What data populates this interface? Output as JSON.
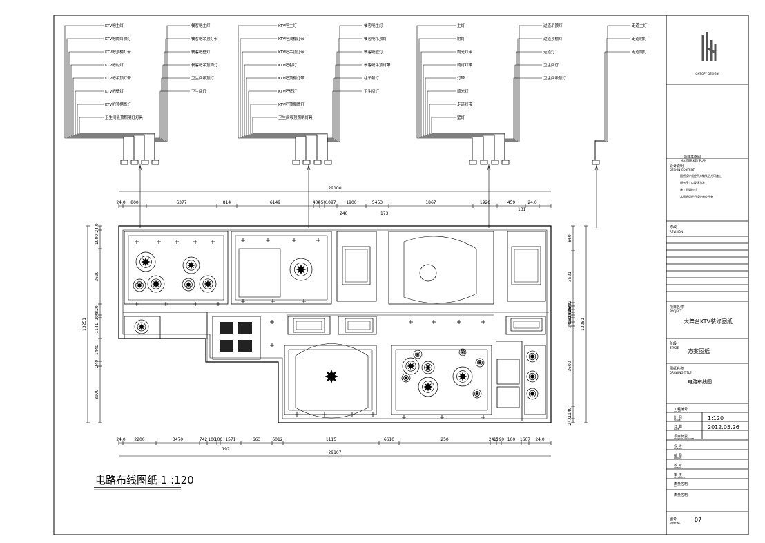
{
  "drawing": {
    "title": "电路布线图纸 1 :120",
    "overall_top": "29100",
    "overall_bottom": "29107",
    "left_total": "13251",
    "right_total": "13251"
  },
  "top_dims": [
    "24.0",
    "800",
    "6377",
    "814",
    "6149",
    "400",
    "450",
    "1097",
    "1900",
    "5453",
    "1867",
    "1920",
    "459",
    "24.0"
  ],
  "top_sub_dims": [
    "240",
    "173",
    "131"
  ],
  "bottom_dims": [
    "24.0",
    "2200",
    "3470",
    "742",
    "100",
    "100",
    "1571",
    "663",
    "6012",
    "1115",
    "6610",
    "250",
    "24.0",
    "1590",
    "100",
    "1667",
    "24.0"
  ],
  "bottom_sub_dims": [
    "197"
  ],
  "left_dims": [
    "24.0",
    "1000",
    "3690",
    "820",
    "100",
    "1141",
    "1440",
    "240",
    "3970"
  ],
  "right_dims": [
    "860",
    "3521",
    "222",
    "260",
    "305",
    "123",
    "380",
    "180",
    "241",
    "3600",
    "1140",
    "24.0"
  ],
  "legends": [
    {
      "left": [
        "KTV吧主灯",
        "KTV吧筒灯射灯",
        "KTV吧顶棚灯带",
        "KTV吧射灯",
        "KTV吧吊顶灯带",
        "KTV吧壁灯",
        "KTV吧顶棚筒灯",
        "卫生间吸顶照明灯灯具"
      ],
      "right": [
        "餐客吧主灯",
        "餐客吧吊顶灯带",
        "餐客吧壁灯",
        "餐客吧吊顶筒灯",
        "卫生间吸顶灯",
        "卫生间灯"
      ]
    },
    {
      "left": [
        "KTV吧主灯",
        "KTV吧顶棚灯带",
        "KTV吧吊顶灯带",
        "KTV吧射灯",
        "KTV吧顶棚灯带",
        "KTV吧壁灯",
        "KTV吧顶棚筒灯",
        "卫生间吸顶照明灯具"
      ],
      "right": [
        "餐客吧主灯",
        "餐客吧吊顶灯",
        "餐客吧壁灯",
        "餐客吧吊顶灯带",
        "柱子射灯",
        "卫生间灯"
      ]
    },
    {
      "left": [
        "主灯",
        "射灯",
        "筒光灯带",
        "筒灯灯带",
        "灯带",
        "筒光灯",
        "走道灯带",
        "壁灯"
      ],
      "right": [
        "过道吊顶灯",
        "过道顶棚灯",
        "走道灯",
        "卫生间灯",
        "卫生间吸顶灯"
      ]
    },
    {
      "left": [],
      "right": [
        "走道主灯",
        "走道射灯",
        "走道筒灯"
      ]
    }
  ],
  "title_block": {
    "company_en": "GHTOPY DESIGN",
    "drawing_title_label": "项目平面图",
    "drawing_title_en": "MASTER KEY PLAN",
    "design_content_label": "设计说明",
    "design_content_en": "DESIGN CONTENT",
    "notes": [
      "图纸设计须经甲方确认后方可施工",
      "所有尺寸以现场为准",
      "施工前请核对",
      "本图纸版权归设计单位所有"
    ],
    "revision_label": "修改",
    "revision_en": "REVISION",
    "project_label": "项目名称",
    "project_en": "PROJECT",
    "project_value": "大舞台KTV装修图纸",
    "stage_label": "阶段",
    "stage_en": "STAGE",
    "stage_value": "方案图纸",
    "drawing_name_label": "图纸名称",
    "drawing_name_en": "DRAWING TITLE",
    "drawing_name_value": "电路布线图",
    "job_no_label": "工程编号",
    "job_no_en": "JOB NO.",
    "scale_label": "比 例",
    "scale_en": "SCALE",
    "scale_value": "1:120",
    "date_label": "日 期",
    "date_en": "DATE",
    "date_value": "2012.05.26",
    "designer_label": "项目负责",
    "designer_en": "PROJECT DESIGNER",
    "design_label": "设 计",
    "design_en": "DESIGN",
    "drawn_label": "绘 图",
    "drawn_en": "DRAWN",
    "check_label": "校 对",
    "check_en": "CHECK",
    "approved_label": "审 核",
    "approved_en": "APPROVED",
    "qc_label": "质量控制",
    "qc_en": "QC",
    "sheet_label": "图号",
    "sheet_en": "SHEET No.",
    "sheet_value": "07"
  }
}
